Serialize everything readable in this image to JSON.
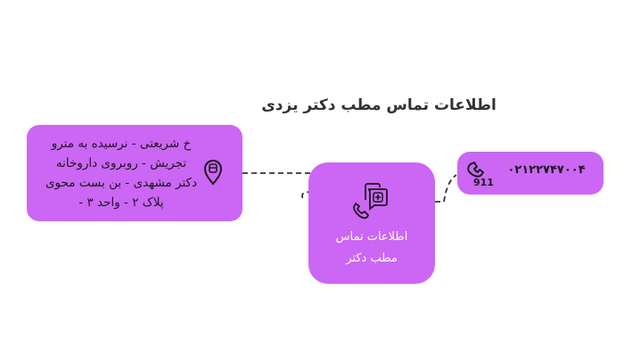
{
  "title": "اطلاعات تماس مطب دکتر یزدی",
  "colors": {
    "node_fill": "#cc66f5",
    "connector": "#333333",
    "title_text": "#333333",
    "center_text": "#ffffff"
  },
  "nodes": {
    "center": {
      "icon": "phone-medical-chat-icon",
      "lines": [
        "اطلاعات تماس",
        "مطب دکتر"
      ]
    },
    "address": {
      "icon": "map-pin-bus-icon",
      "lines": [
        "خ شریعتی - نرسیده به مترو",
        "تجریش - روبروی داروخانه",
        "دکتر مشهدی - بن بست محوی",
        "پلاک ۲ - واحد ۳ -"
      ]
    },
    "phone": {
      "icon": "phone-911-icon",
      "icon_label": "911",
      "value": "۰۲۱۲۲۷۴۷۰۰۴"
    }
  }
}
